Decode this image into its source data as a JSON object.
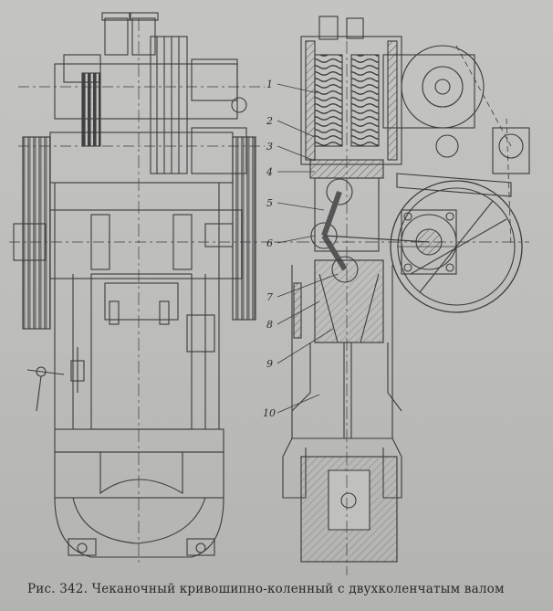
{
  "figure": {
    "caption": "Рис. 342. Чеканочный кривошипно-коленный с двухколенчатым валом",
    "callouts": [
      "1",
      "2",
      "3",
      "4",
      "5",
      "6",
      "7",
      "8",
      "9",
      "10"
    ]
  },
  "colors": {
    "paper": "#c0c0be",
    "ink": "#3a3a3a",
    "hatch": "#555555"
  }
}
